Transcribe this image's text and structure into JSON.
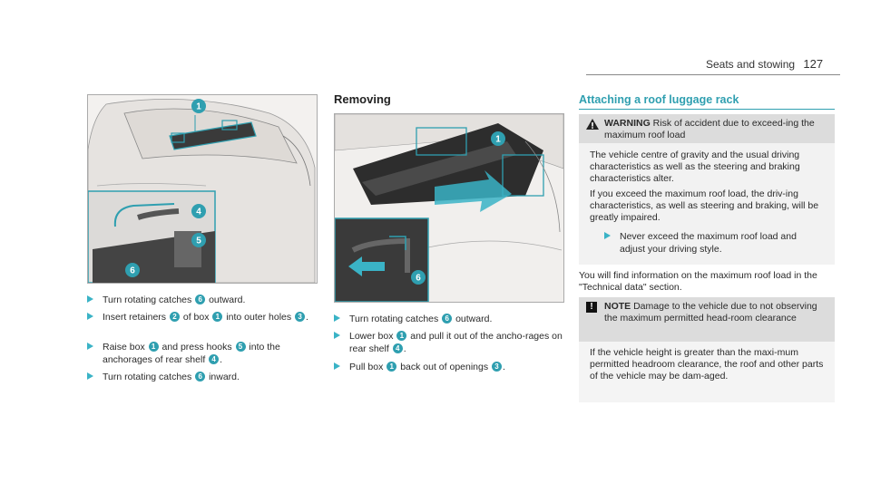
{
  "header": {
    "section": "Seats and stowing",
    "page_number": "127"
  },
  "figure1": {
    "callouts": [
      "1",
      "4",
      "5",
      "6"
    ],
    "steps": [
      {
        "pre": "Turn rotating catches ",
        "n": "6",
        "post": " outward."
      },
      {
        "pre": "Insert retainers ",
        "n": "2",
        "mid": " of box ",
        "n2": "1",
        "post": " into outer holes ",
        "n3": "3",
        "post2": "."
      },
      {
        "pre": "Raise box ",
        "n": "1",
        "mid": " and press hooks ",
        "n2": "5",
        "post": " into the anchorages of rear shelf ",
        "n3": "4",
        "post2": "."
      },
      {
        "pre": "Turn rotating catches ",
        "n": "6",
        "post": " inward."
      }
    ]
  },
  "removing": {
    "title": "Removing",
    "callouts": [
      "1",
      "6"
    ],
    "steps": [
      {
        "pre": "Turn rotating catches ",
        "n": "6",
        "post": " outward."
      },
      {
        "pre": "Lower box ",
        "n": "1",
        "mid": " and pull it out of the ancho-rages on rear shelf ",
        "n2": "4",
        "post": "."
      },
      {
        "pre": "Pull box ",
        "n": "1",
        "mid": " back out of openings ",
        "n2": "3",
        "post": "."
      }
    ]
  },
  "roof": {
    "title": "Attaching a roof luggage rack",
    "warning": {
      "label": "WARNING",
      "headline": "Risk of accident due to exceed-ing the maximum roof load",
      "p1": "The vehicle centre of gravity and the usual driving characteristics as well as the steering and braking characteristics alter.",
      "p2": "If you exceed the maximum roof load, the driv-ing characteristics, as well as steering and braking, will be greatly impaired.",
      "step": "Never exceed the maximum roof load and adjust your driving style."
    },
    "info": "You will find information on the maximum roof load in the \"Technical data\" section.",
    "note": {
      "label": "NOTE",
      "headline": "Damage to the vehicle due to not observing the maximum permitted head-room clearance",
      "body": "If the vehicle height is greater than the maxi-mum permitted headroom clearance, the roof and other parts of the vehicle may be dam-aged."
    }
  },
  "colors": {
    "accent": "#2f9fb0",
    "arrow": "#3ab3c6"
  },
  "icons": {
    "step_marker": "triangle-right-icon",
    "warning": "warning-triangle-icon",
    "note": "exclamation-icon"
  }
}
